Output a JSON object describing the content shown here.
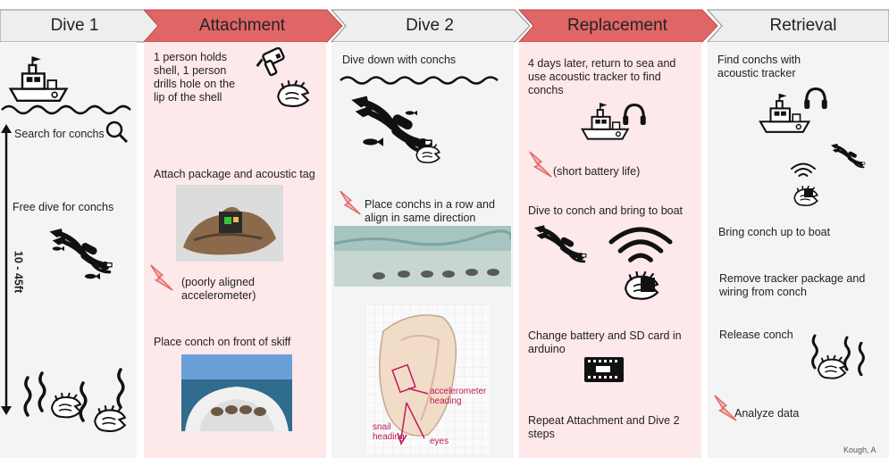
{
  "stages": [
    {
      "label": "Dive 1",
      "color": "#eeeeee"
    },
    {
      "label": "Attachment",
      "color": "#e06666"
    },
    {
      "label": "Dive 2",
      "color": "#eeeeee"
    },
    {
      "label": "Replacement",
      "color": "#e06666"
    },
    {
      "label": "Retrieval",
      "color": "#eeeeee"
    }
  ],
  "dive1": {
    "search": "Search for conchs",
    "free_dive": "Free dive for conchs",
    "depth": "10 - 45ft"
  },
  "attachment": {
    "hold_drill": "1 person holds shell, 1 person drills hole on the lip of the shell",
    "attach_package": "Attach package and acoustic tag",
    "misaligned": "(poorly aligned accelerometer)",
    "place_skiff": "Place conch on front of skiff"
  },
  "dive2": {
    "dive_down": "Dive down with conchs",
    "place_row": "Place conchs in a row and align in same direction",
    "accel_heading": "accelerometer heading",
    "snail_heading": "snail heading",
    "eyes": "eyes"
  },
  "replacement": {
    "return": "4 days later, return to sea and use acoustic tracker to find conchs",
    "battery": "(short battery life)",
    "dive_bring": "Dive to conch and bring to boat",
    "change_battery": "Change battery and SD card in arduino",
    "repeat": "Repeat Attachment and Dive 2 steps"
  },
  "retrieval": {
    "find": "Find conchs with acoustic tracker",
    "bring_up": "Bring conch up to boat",
    "remove": "Remove tracker package and wiring from conch",
    "release": "Release conch",
    "analyze": "Analyze data"
  },
  "credit": "Kough, A",
  "colors": {
    "pink_panel": "#fde8ea",
    "grey_panel": "#f4f4f4",
    "accent_red": "#e06666",
    "ink": "#111111",
    "annotation": "#c2185b"
  },
  "icons": [
    "boat-icon",
    "magnifier-icon",
    "diver-icon",
    "conch-icon",
    "seaweed-icon",
    "drill-icon",
    "lightning-icon",
    "headphones-icon",
    "signal-icon",
    "arduino-icon"
  ]
}
